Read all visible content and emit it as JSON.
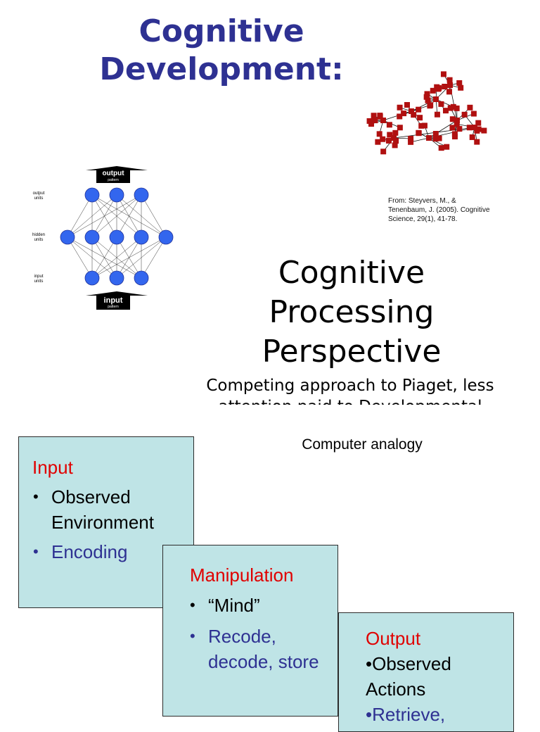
{
  "title": {
    "line1": "Cognitive",
    "line2": "Development:"
  },
  "citation": {
    "line1": "From: Steyvers, M., &",
    "line2": "Tenenbaum, J. (2005). Cognitive",
    "line3": "Science, 29(1), 41-78."
  },
  "neural_net": {
    "output_label": "output",
    "output_sub": "pattern",
    "input_label": "input",
    "input_sub": "pattern",
    "output_units": {
      "line1": "output",
      "line2": "units"
    },
    "hidden_units": {
      "line1": "hidden",
      "line2": "units"
    },
    "input_units": {
      "line1": "input",
      "line2": "units"
    }
  },
  "heading": {
    "line1": "Cognitive",
    "line2": "Processing",
    "line3": "Perspective"
  },
  "description": "Competing approach to Piaget, less attention paid to Developmental",
  "computer_analogy": "Computer analogy",
  "cards": {
    "input": {
      "title": "Input",
      "items": [
        {
          "text": "Observed Environment"
        },
        {
          "text": "Encoding"
        }
      ]
    },
    "manipulation": {
      "title": "Manipulation",
      "items": [
        {
          "text": "“Mind”"
        },
        {
          "text": "Recode, decode, store"
        }
      ]
    },
    "output": {
      "title": "Output",
      "line1": "•Observed",
      "line2": "Actions",
      "line3": "•Retrieve,"
    }
  },
  "colors": {
    "title": "#2e3192",
    "card_bg": "#bfe4e6",
    "card_title": "#e00000",
    "node": "#3366ee",
    "graph_node": "#b01010"
  }
}
